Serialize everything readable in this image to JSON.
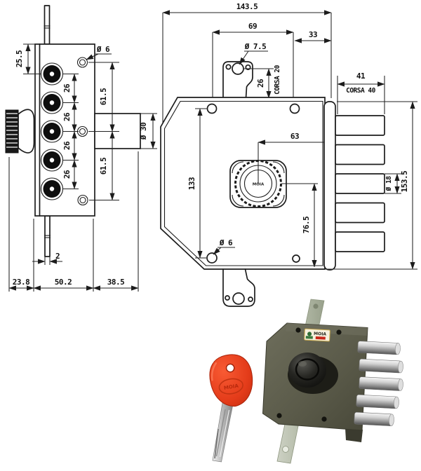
{
  "document": {
    "type": "security-lock-technical-sheet"
  },
  "drawing": {
    "line_color": "#1c1c1c",
    "side_view": {
      "dim_top_to_first_bolt": "25.5",
      "dim_fix_hole_dia": "Ø 6",
      "bolt_spacings": [
        "26",
        "26",
        "26",
        "26"
      ],
      "dim_hole_pitch_upper": "61.5",
      "dim_hole_pitch_lower": "61.5",
      "dim_cylinder_dia": "Ø 30",
      "dim_rod_thickness": "2",
      "dim_knob_depth": "23.8",
      "dim_body_depth": "50.2",
      "dim_cylinder_depth": "38.5"
    },
    "front_view": {
      "dim_total_width": "143.5",
      "dim_fix_holes_span": "69",
      "dim_hole_to_edge": "33",
      "dim_tab_hole_dia": "Ø 7.5",
      "dim_tab_hole_offset": "26",
      "label_tab_stroke": "CORSA 20",
      "dim_bolt_projection": "41",
      "label_bolt_stroke": "CORSA 40",
      "dim_cylinder_to_edge": "63",
      "dim_fix_holes_height": "133",
      "dim_bolt_dia": "Ø 18",
      "dim_total_height": "153.5",
      "dim_cylinder_to_bottom": "76.5",
      "dim_bottom_hole_dia": "Ø 6",
      "cylinder_brand": "MOIA"
    }
  },
  "photo": {
    "label_text": "MOIA",
    "key_brand_embossed": "MOIA",
    "colors": {
      "body": "#5d5d4c",
      "knob": "#161613",
      "bolt_chrome": "#c9c9c9",
      "key_red": "#e8401f",
      "strip_metal": "#b9c0b0",
      "label_bg": "#f6f0dd",
      "label_red": "#c8281a"
    }
  }
}
